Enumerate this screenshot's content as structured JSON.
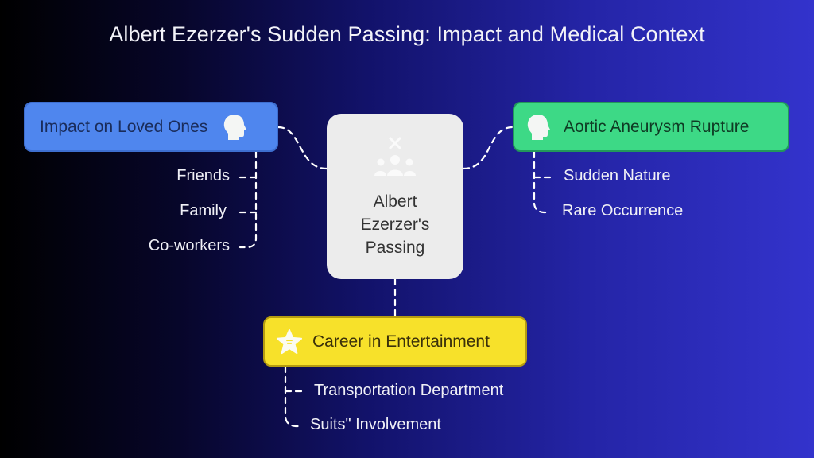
{
  "title": "Albert Ezerzer's Sudden Passing: Impact and Medical Context",
  "center": {
    "lines": [
      "Albert",
      "Ezerzer's",
      "Passing"
    ],
    "icon": "people-cross-icon",
    "bg": "#ececec"
  },
  "branches": {
    "loved_ones": {
      "label": "Impact on Loved Ones",
      "icon": "head-profile-icon",
      "color": "#4f86ee",
      "children": [
        "Friends",
        "Family",
        "Co-workers"
      ]
    },
    "medical": {
      "label": "Aortic Aneurysm Rupture",
      "icon": "head-profile-icon",
      "color": "#3dd986",
      "children": [
        "Sudden Nature",
        "Rare Occurrence"
      ]
    },
    "career": {
      "label": "Career in Entertainment",
      "icon": "star-icon",
      "color": "#f7e12a",
      "children": [
        "Transportation Department",
        "Suits\" Involvement"
      ]
    }
  },
  "colors": {
    "background_start": "#000000",
    "background_end": "#3333cc",
    "connector": "#ffffff"
  }
}
